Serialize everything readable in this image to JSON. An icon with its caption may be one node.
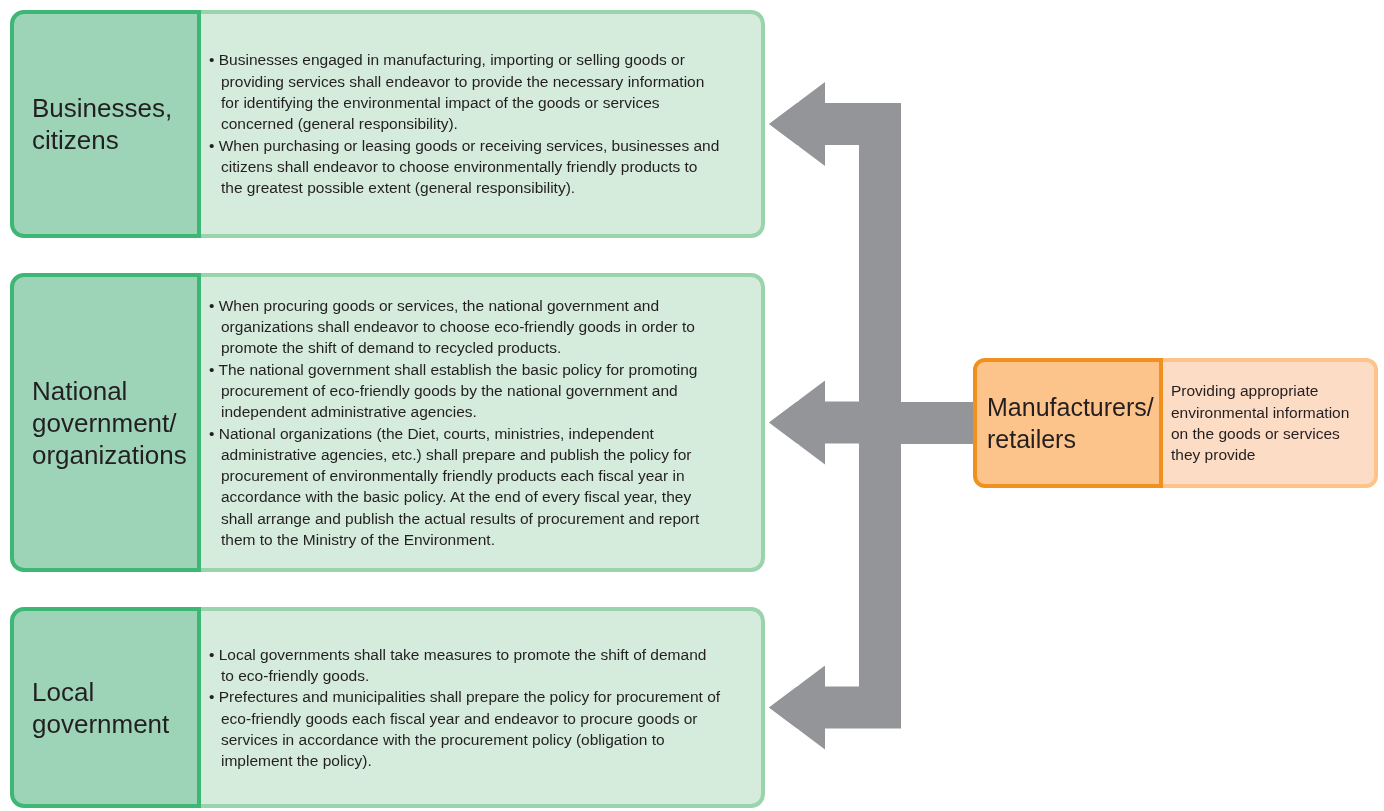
{
  "diagram": {
    "nodes": [
      {
        "text": [
          "Businesses, citizens",
          "• Businesses engaged in manufacturing, importing or selling goods or providing services shall endeavor to provide the necessary information for identifying the environmental impact of the goods or services concerned (general responsibility).",
          "• When purchasing or leasing goods or receiving services, businesses and citizens shall endeavor to choose environmentally friendly products to the greatest possible extent (general responsibility)."
        ]
      },
      {
        "text": [
          "National government/ organizations",
          "• When procuring goods or services, the national government and organizations shall endeavor to choose eco-friendly goods in order to promote the shift of demand to recycled products.",
          "• The national government shall establish the basic policy for promoting procurement of eco-friendly goods by the national government and independent administrative agencies.",
          "• National organizations (the Diet, courts, ministries, independent administrative agencies, etc.) shall prepare and publish the policy for procurement of environmentally friendly products each fiscal year in accordance with the basic policy. At the end of every fiscal year, they shall arrange and publish the actual results of procurement and report them to the Ministry of the Environment."
        ]
      },
      {
        "text": [
          "Local government",
          "• Local governments shall take measures to promote the shift of demand to eco-friendly goods.",
          "• Prefectures and municipalities shall prepare the policy for procurement of eco-friendly goods each fiscal year and endeavor to procure goods or services in accordance with the procurement policy (obligation to implement the policy)."
        ]
      },
      {
        "text": [
          "Manufacturers/ retailers",
          "Providing appropriate environmental information on the goods or services they provide"
        ]
      }
    ],
    "edges": [
      {
        "from": 3,
        "to": 0,
        "arrow": "to"
      },
      {
        "from": 3,
        "to": 1,
        "arrow": "to"
      },
      {
        "from": 3,
        "to": 2,
        "arrow": "to"
      }
    ]
  }
}
